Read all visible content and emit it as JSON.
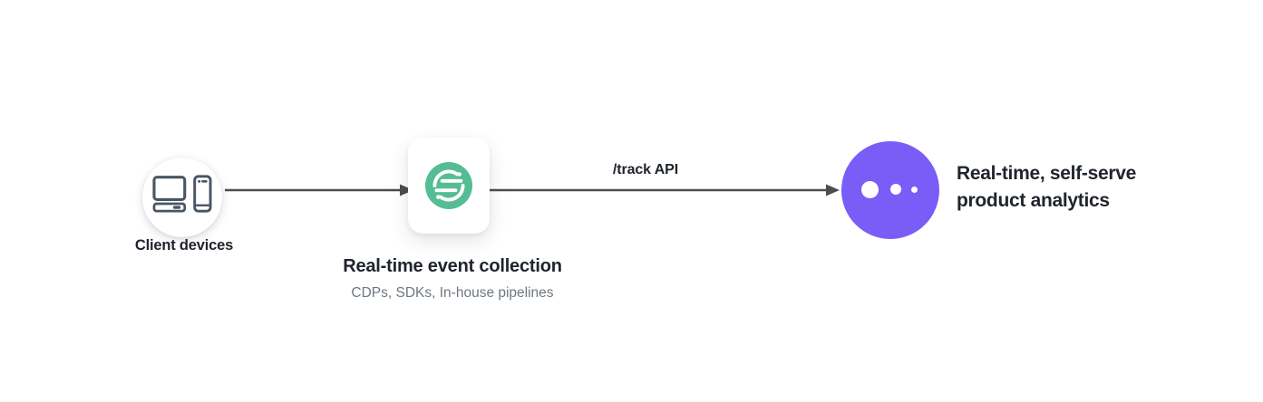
{
  "diagram": {
    "nodes": {
      "client_devices": {
        "label": "Client devices",
        "icon": "desktop-and-phone-icon"
      },
      "event_collection": {
        "title": "Real-time event collection",
        "subtitle": "CDPs, SDKs, In-house pipelines",
        "icon": "segment-logo-icon"
      },
      "product_analytics": {
        "label_lines": [
          "Real-time, self-serve",
          "product analytics"
        ],
        "icon": "three-dots-analytics-logo-icon"
      }
    },
    "edge_labels": {
      "client_to_collection": "",
      "track_api": "/track API"
    },
    "colors": {
      "segment_green": "#55BD95",
      "analytics_purple": "#7A5CF7",
      "arrow_gray": "#4D4D4D",
      "heading_text": "#20242D",
      "subtitle_text": "#6F7781",
      "device_icon_gray": "#4A5564",
      "background": "#FFFFFF"
    }
  }
}
